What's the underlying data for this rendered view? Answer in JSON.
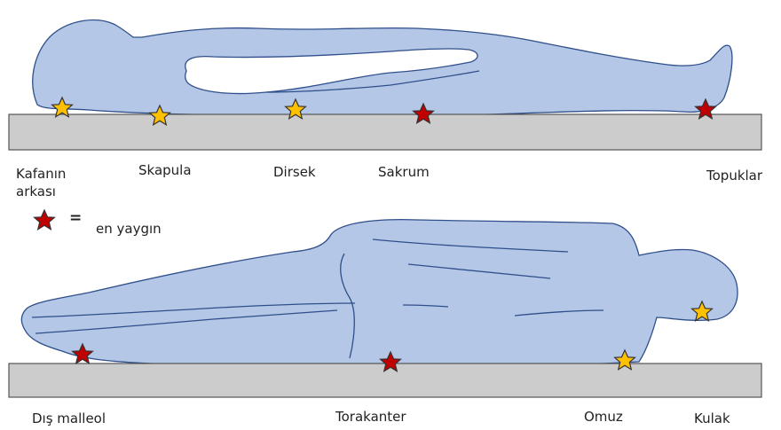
{
  "colors": {
    "body_fill": "#b4c7e7",
    "body_stroke": "#2f4f8a",
    "mattress_fill": "#cccccc",
    "mattress_stroke": "#555555",
    "star_common": "#c00000",
    "star_other": "#ffc000",
    "star_stroke": "#333333"
  },
  "legend": {
    "equals": "=",
    "text": "en yaygın"
  },
  "supine": {
    "labels": {
      "head_back_line1": "Kafanın",
      "head_back_line2": "arkası",
      "scapula": "Skapula",
      "elbow": "Dirsek",
      "sacrum": "Sakrum",
      "heels": "Topuklar"
    }
  },
  "lateral": {
    "labels": {
      "lateral_malleolus": "Dış malleol",
      "trochanter": "Torakanter",
      "shoulder": "Omuz",
      "ear": "Kulak"
    }
  }
}
